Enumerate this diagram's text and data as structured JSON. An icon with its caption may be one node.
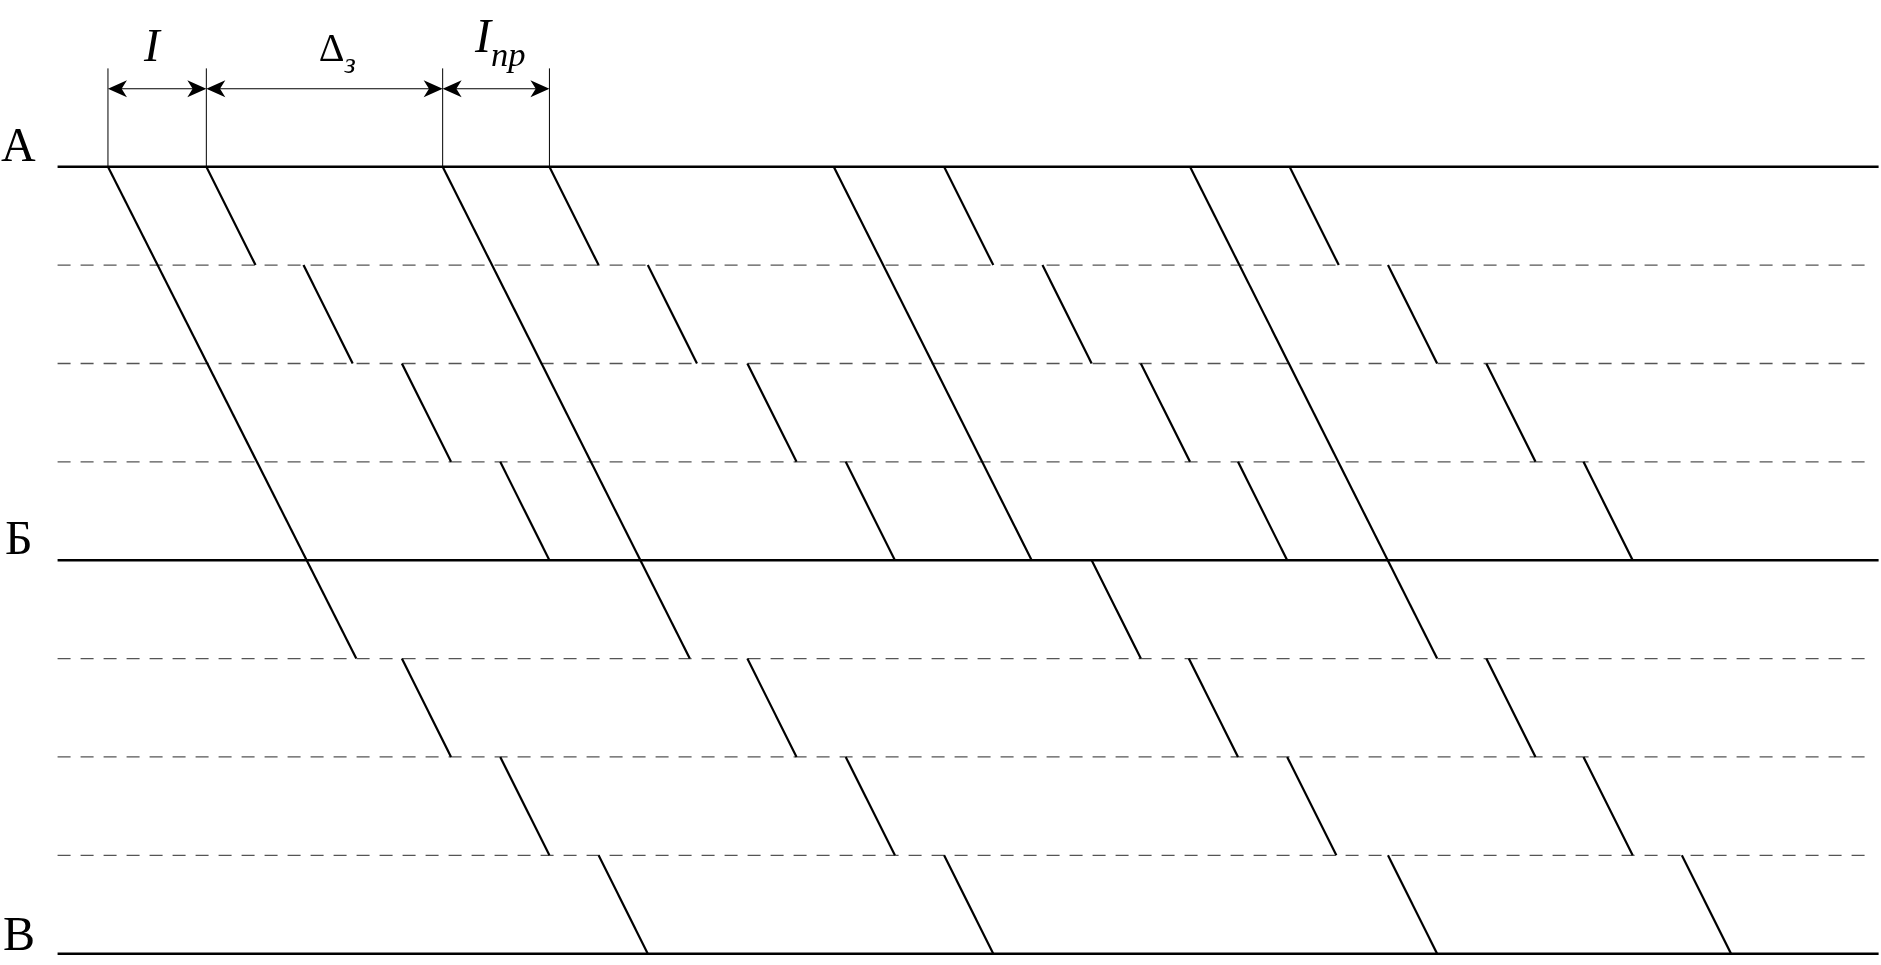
{
  "diagram": {
    "labels": [
      "I",
      "Δ$_{з}$",
      "I$_{пр}$",
      "А",
      "Б",
      "В"
    ]
  }
}
